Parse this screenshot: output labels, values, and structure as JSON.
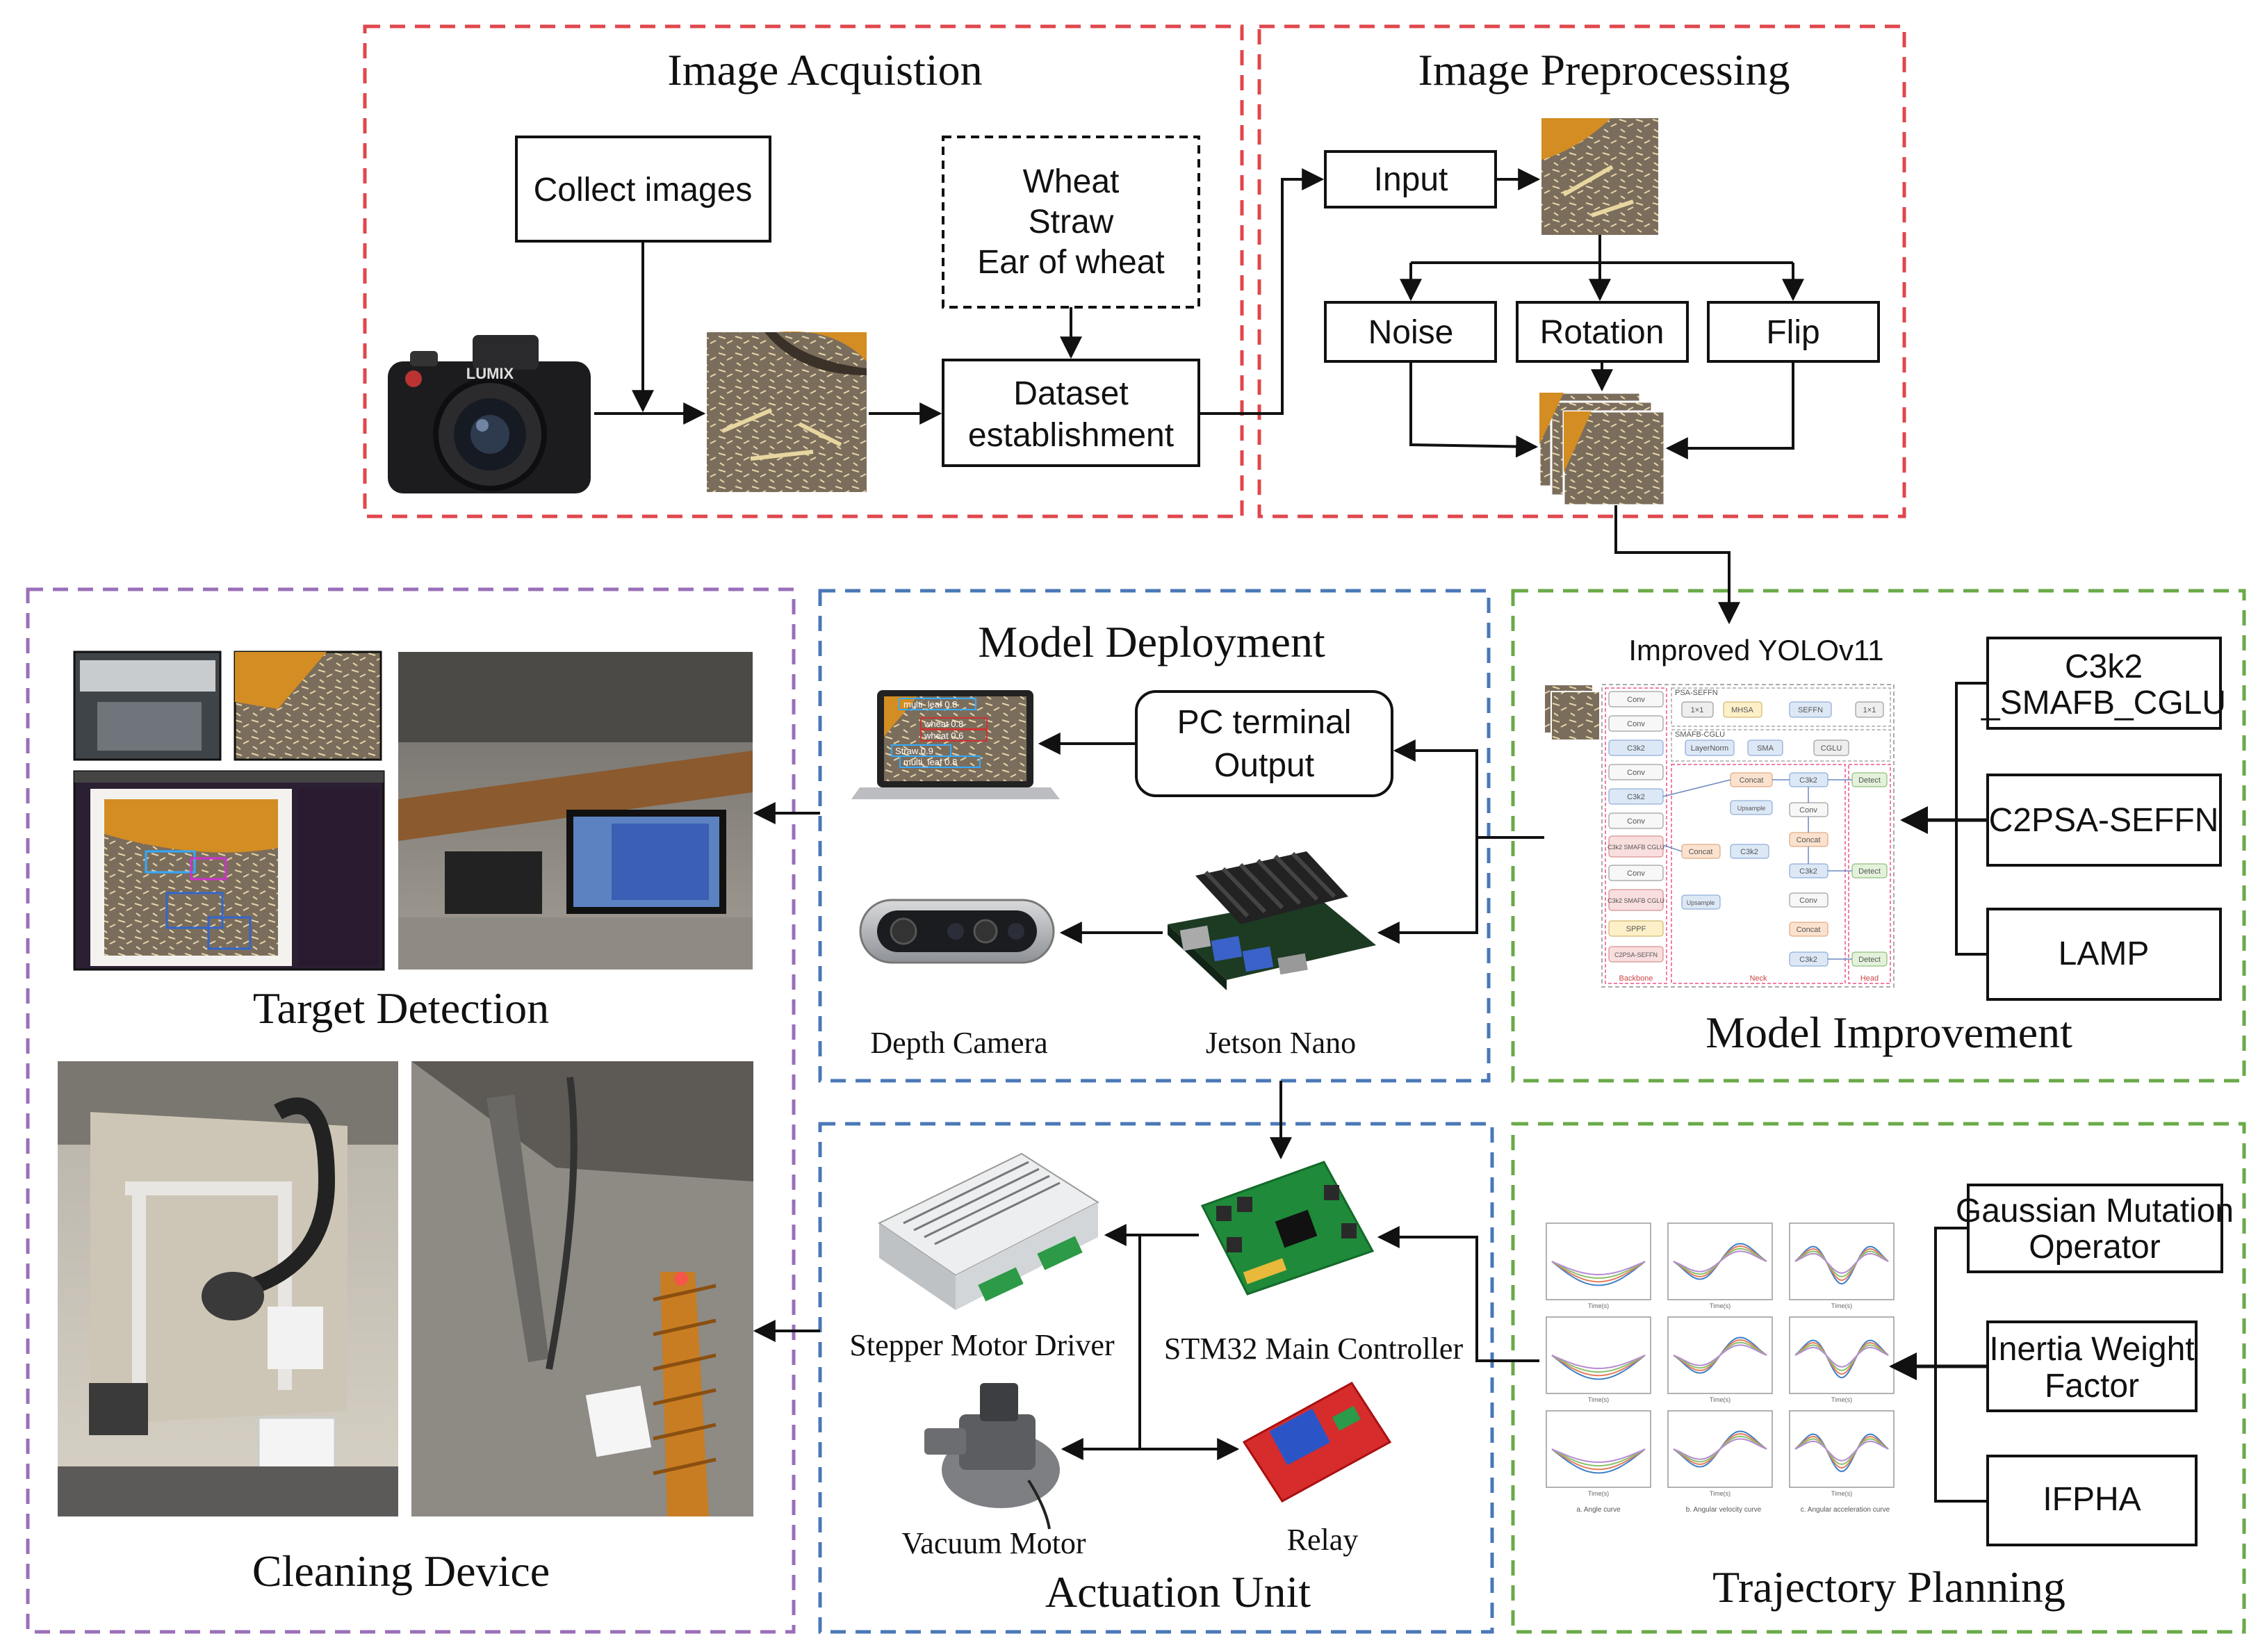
{
  "colors": {
    "red_dashed": "#e0474c",
    "blue_dashed": "#4a78b8",
    "green_dashed": "#6aaa48",
    "purple_dashed": "#9a6fb8"
  },
  "sections": {
    "image_acquisition": "Image Acquistion",
    "image_preprocessing": "Image Preprocessing",
    "model_deployment": "Model Deployment",
    "model_improvement": "Model Improvement",
    "target_detection": "Target Detection",
    "cleaning_device": "Cleaning Device",
    "actuation_unit": "Actuation Unit",
    "trajectory_planning": "Trajectory Planning"
  },
  "acquisition": {
    "collect_images": "Collect images",
    "classes": [
      "Wheat",
      "Straw",
      "Ear of wheat"
    ],
    "dataset": [
      "Dataset",
      "establishment"
    ],
    "camera_brand": "LUMIX"
  },
  "preprocessing": {
    "input": "Input",
    "noise": "Noise",
    "rotation": "Rotation",
    "flip": "Flip"
  },
  "improvement": {
    "model_name": "Improved YOLOv11",
    "modules": [
      [
        "C3k2",
        "_SMAFB_CGLU"
      ],
      [
        "C2PSA-SEFFN"
      ],
      [
        "LAMP"
      ]
    ],
    "network_blocks": {
      "backbone": [
        "Conv",
        "Conv",
        "C3k2",
        "Conv",
        "C3k2",
        "Conv",
        "C3k2 SMAFB CGLU",
        "Conv",
        "C3k2 SMAFB CGLU",
        "SPPF",
        "C2PSA-SEFFN"
      ],
      "psa_header": "PSA-SEFFN",
      "smafb_header": "SMAFB-CGLU",
      "psa_ops": [
        "1×1",
        "MHSA",
        "SEFFN",
        "1×1"
      ],
      "smafb_ops": [
        "LayerNorm",
        "SMA",
        "CGLU"
      ],
      "neck_concat": "Concat",
      "neck_upsample": "Upsample",
      "neck_c3k2": "C3k2",
      "neck_conv": "Conv",
      "head_detect": "Detect",
      "group_labels": [
        "Backbone",
        "Neck",
        "Head"
      ]
    }
  },
  "deployment": {
    "pc_output": [
      "PC terminal",
      "Output"
    ],
    "depth_camera": "Depth Camera",
    "jetson_nano": "Jetson Nano",
    "screen_labels": [
      "multi_leaf 0.8",
      "wheat 0.8",
      "wheat 0.6",
      "Straw 0.9",
      "multi_leaf 0.8"
    ]
  },
  "actuation": {
    "stepper_driver": "Stepper Motor Driver",
    "stm32": "STM32 Main Controller",
    "vacuum_motor": "Vacuum Motor",
    "relay": "Relay"
  },
  "trajectory": {
    "methods": [
      [
        "Gaussian Mutation",
        "Operator"
      ],
      [
        "Inertia Weight",
        "Factor"
      ],
      [
        "IFPHA"
      ]
    ],
    "plot_captions": [
      "a. Angle curve",
      "b. Angular velocity curve",
      "c. Angular acceleration curve"
    ],
    "plot_xlabel": "Time(s)"
  }
}
